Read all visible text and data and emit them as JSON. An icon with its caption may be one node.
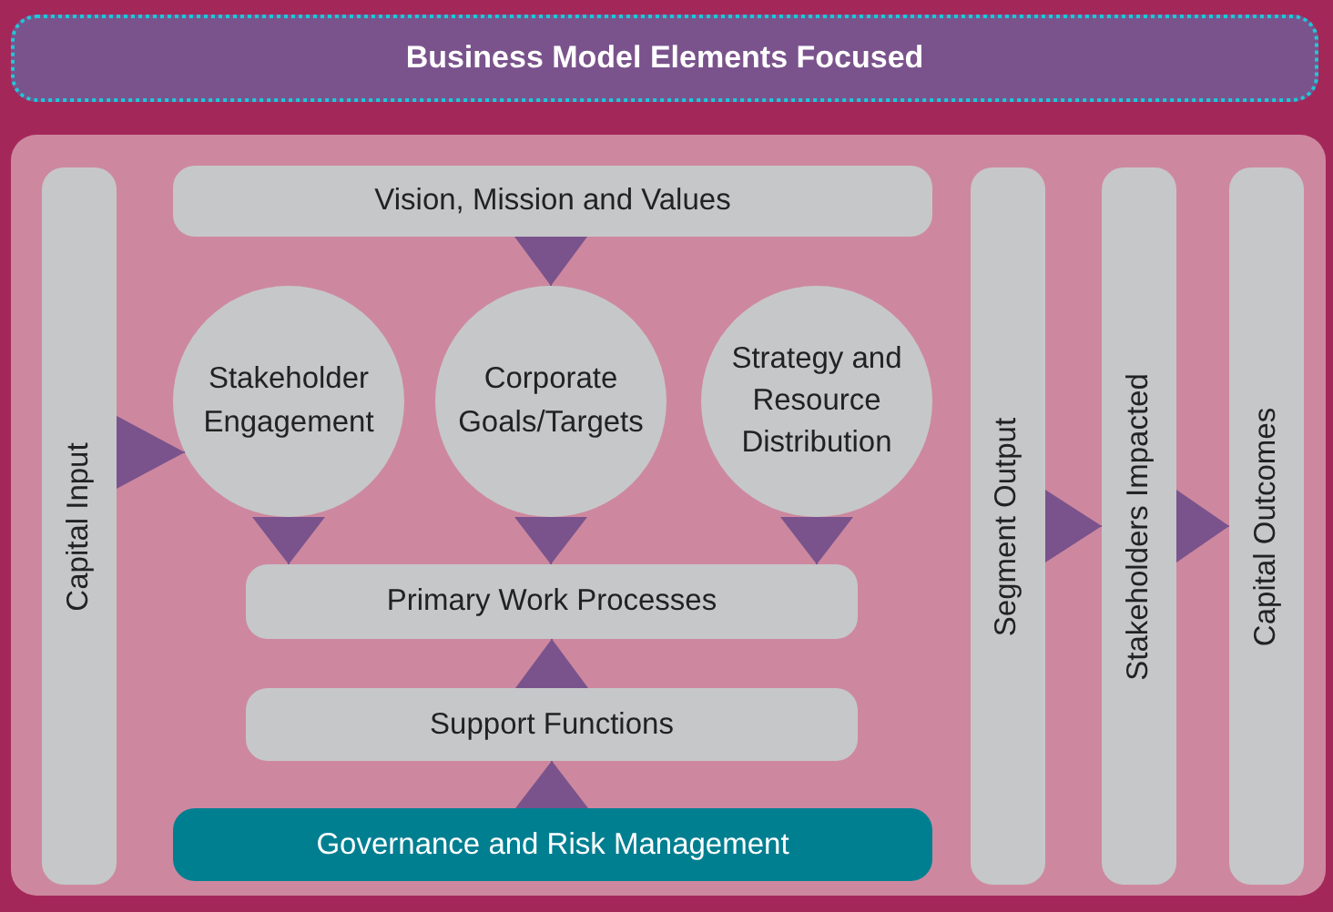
{
  "diagram": {
    "title": "Business Model Elements Focused",
    "nodes": [
      {
        "text": [],
        "shape": "box"
      },
      {
        "text": [
          "Capital Input"
        ],
        "in": 0
      },
      {
        "text": [
          "Vision, Mission and Values"
        ],
        "in": 0
      },
      {
        "text": [
          "Stakeholder Engagement"
        ],
        "in": 0
      },
      {
        "text": [
          "Corporate Goals/Targets"
        ],
        "in": 0
      },
      {
        "text": [
          "Strategy and Resource Distribution"
        ],
        "in": 0
      },
      {
        "text": [
          "Primary Work Processes"
        ],
        "in": 0
      },
      {
        "text": [
          "Support Functions"
        ],
        "in": 0
      },
      {
        "text": [
          "Governance and Risk Management"
        ],
        "in": 0
      },
      {
        "text": [
          "Segment Output"
        ],
        "in": 0
      },
      {
        "text": [
          "Stakeholders Impacted"
        ],
        "in": 0
      },
      {
        "text": [
          "Capital Outcomes"
        ],
        "in": 0
      }
    ],
    "edges": [
      {
        "from": 1,
        "to": 3,
        "arrow": "to"
      },
      {
        "from": 2,
        "to": 4,
        "arrow": "to"
      },
      {
        "from": 3,
        "to": 6,
        "arrow": "to"
      },
      {
        "from": 4,
        "to": 6,
        "arrow": "to"
      },
      {
        "from": 5,
        "to": 6,
        "arrow": "to"
      },
      {
        "from": 7,
        "to": 6,
        "arrow": "to"
      },
      {
        "from": 8,
        "to": 7,
        "arrow": "to"
      },
      {
        "from": 9,
        "to": 10,
        "arrow": "to"
      },
      {
        "from": 10,
        "to": 11,
        "arrow": "to"
      }
    ]
  }
}
